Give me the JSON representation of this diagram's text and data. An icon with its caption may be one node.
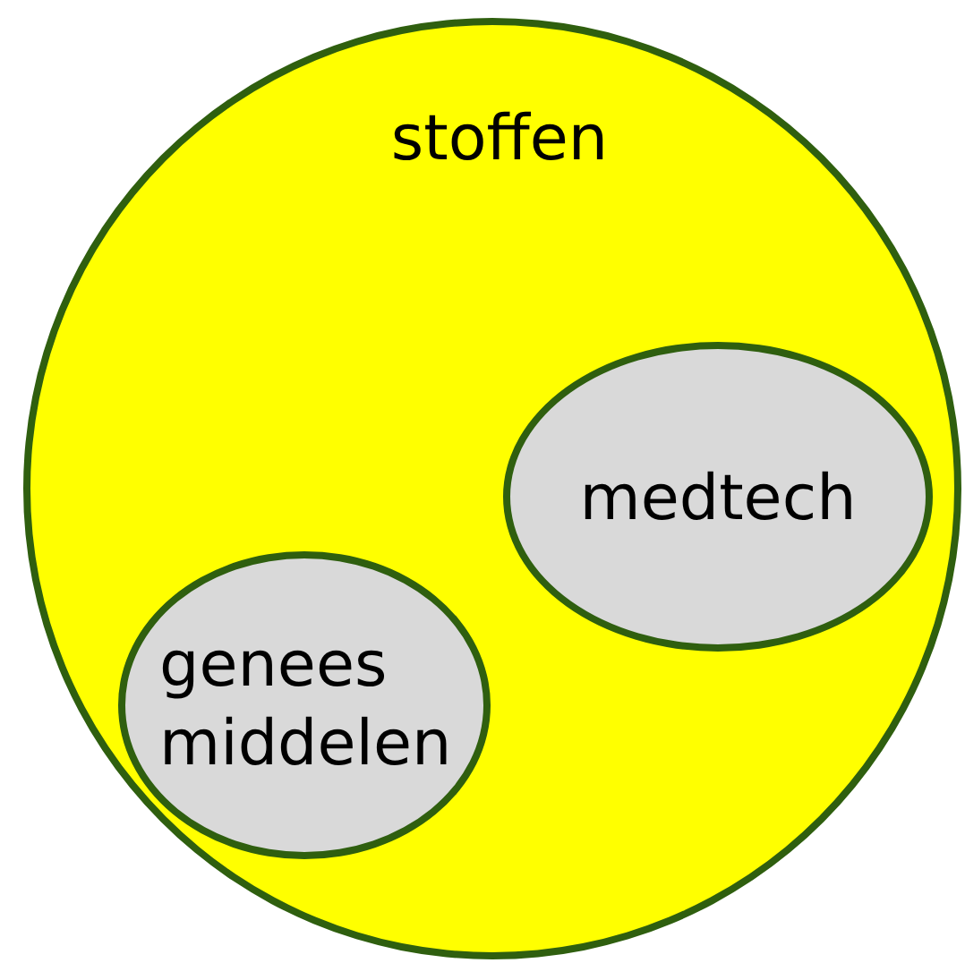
{
  "diagram": {
    "nodes": [
      {
        "text": [
          "stoffen"
        ]
      },
      {
        "text": [
          "medtech"
        ],
        "in": 0
      },
      {
        "text": [
          "genees middelen"
        ],
        "in": 0
      }
    ]
  }
}
